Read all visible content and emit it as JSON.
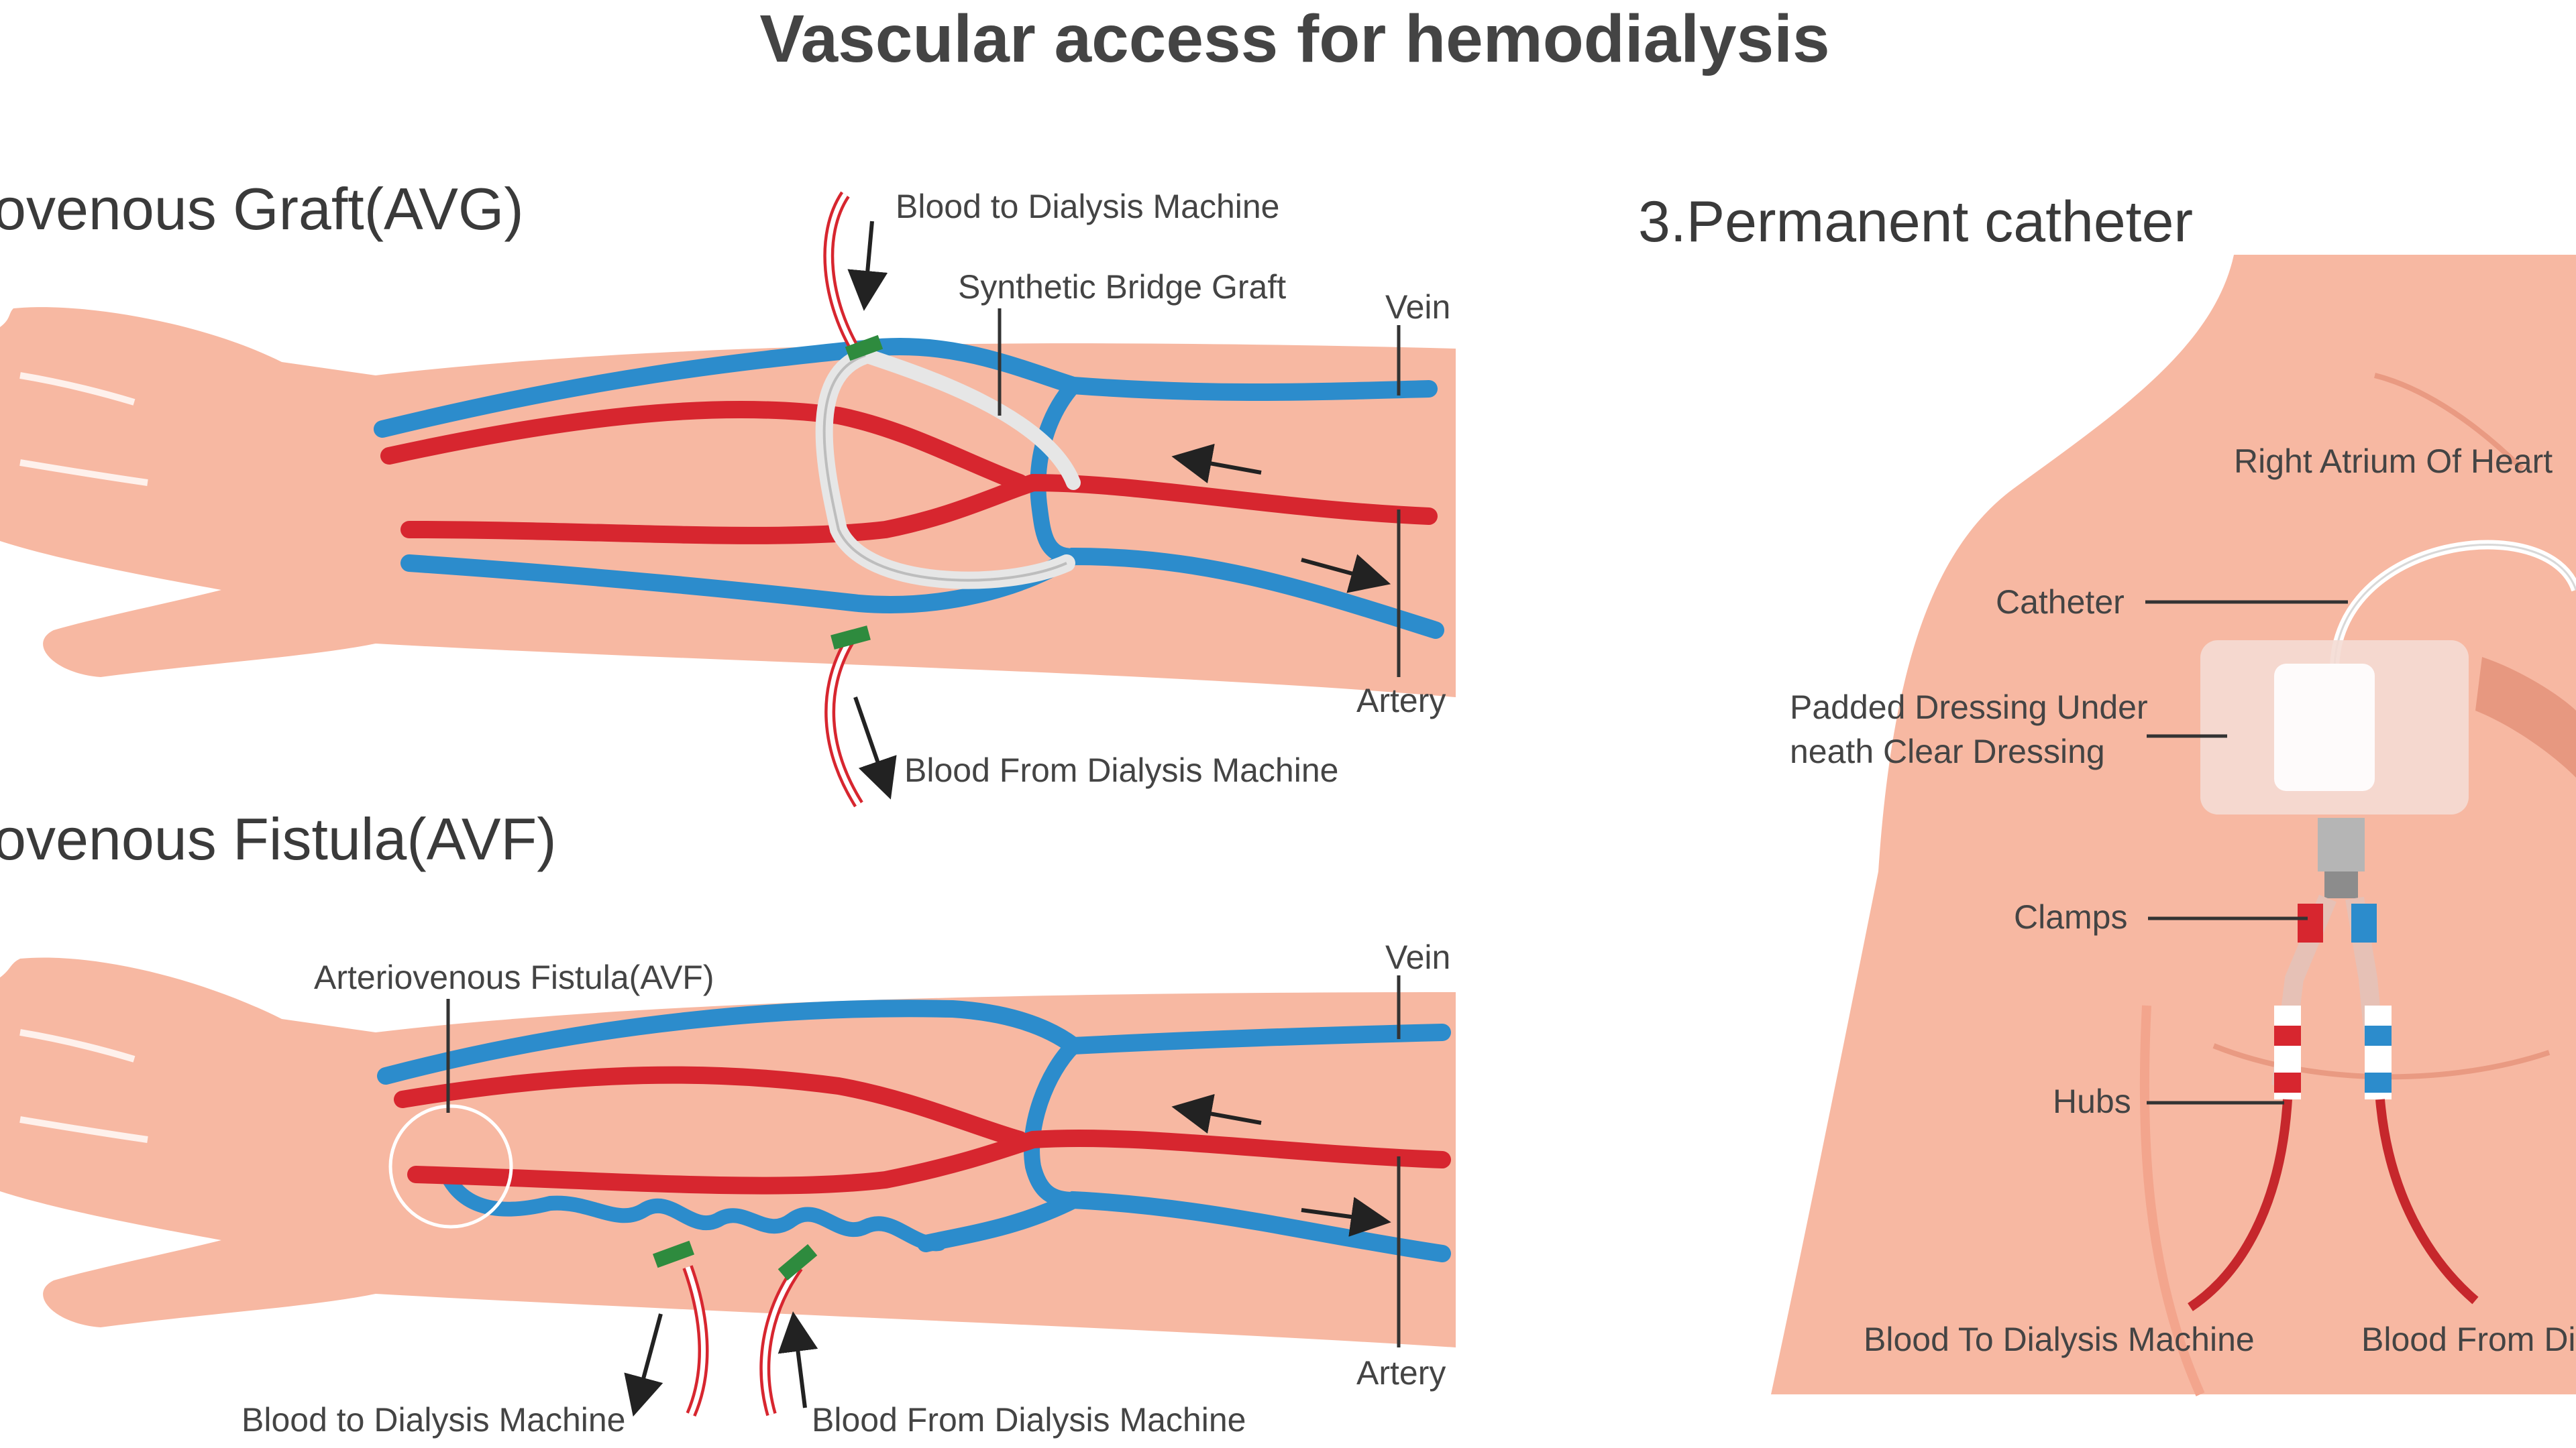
{
  "title": "Vascular access for hemodialysis",
  "avg": {
    "heading": "ovenous Graft(AVG)",
    "labels": {
      "blood_to": "Blood to Dialysis Machine",
      "graft": "Synthetic Bridge Graft",
      "vein": "Vein",
      "artery": "Artery",
      "blood_from": "Blood From Dialysis Machine"
    }
  },
  "avf": {
    "heading": "ovenous Fistula(AVF)",
    "labels": {
      "fistula": "Arteriovenous Fistula(AVF)",
      "vein": "Vein",
      "artery": "Artery",
      "blood_to": "Blood to Dialysis Machine",
      "blood_from": "Blood From Dialysis Machine"
    }
  },
  "catheter": {
    "heading": "3.Permanent catheter",
    "labels": {
      "atrium": "Right Atrium Of Heart",
      "catheter": "Catheter",
      "dressing_line1": "Padded Dressing Under",
      "dressing_line2": "neath Clear Dressing",
      "clamps": "Clamps",
      "hubs": "Hubs",
      "blood_to": "Blood To Dialysis Machine",
      "blood_from": "Blood From Dialysis Machine"
    }
  },
  "colors": {
    "skin": "#f7b8a2",
    "vein": "#2c8ccc",
    "artery": "#d7262f",
    "graft": "#e6e6e6",
    "text": "#444444"
  }
}
